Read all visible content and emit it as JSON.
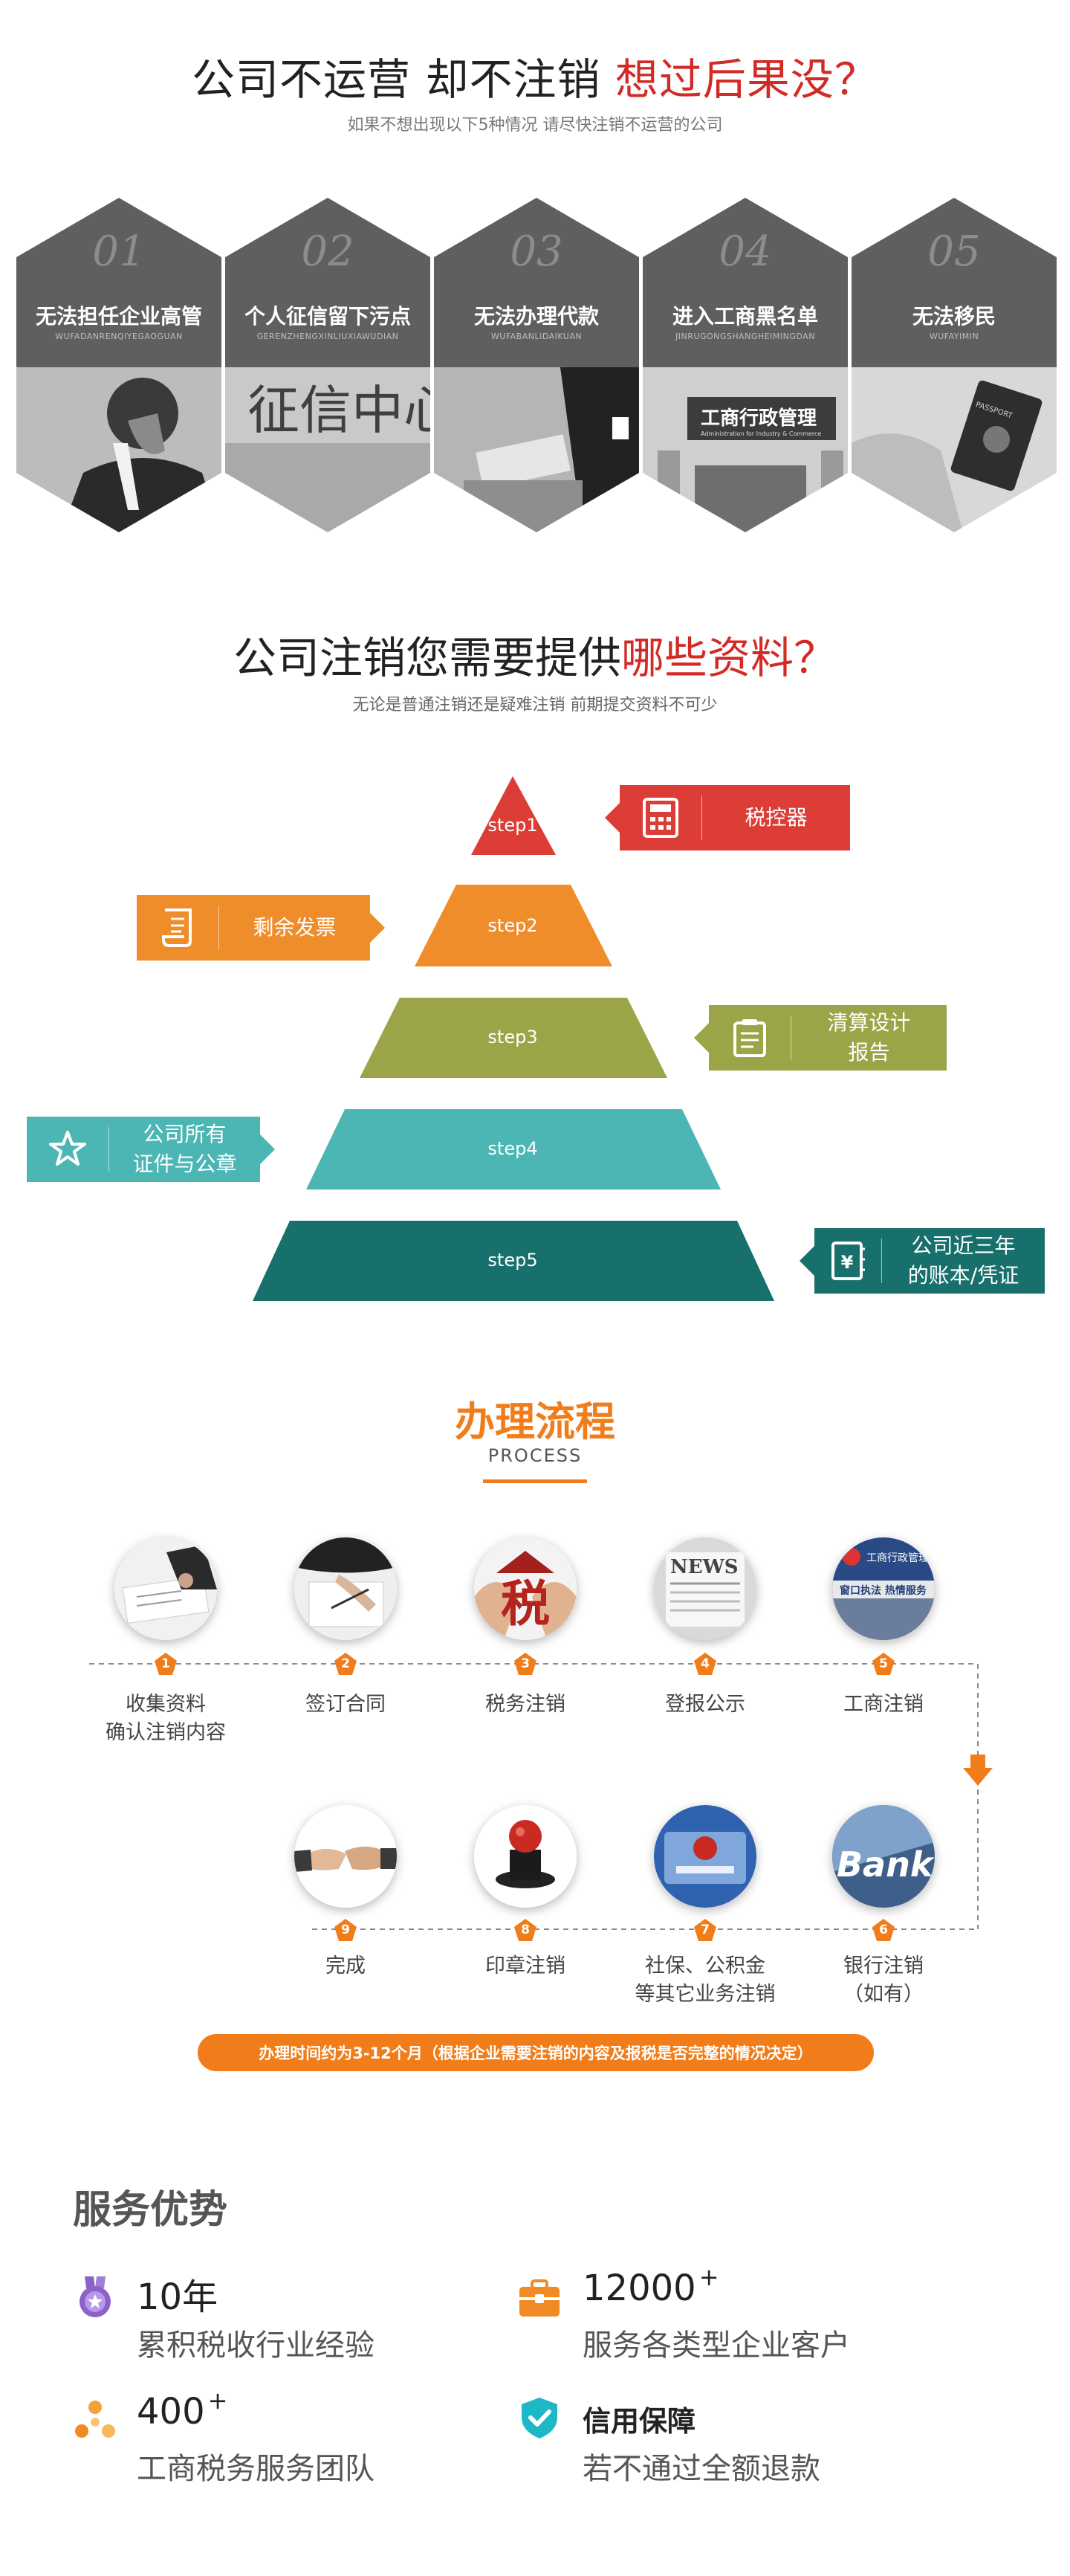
{
  "section1": {
    "title_main": "公司不运营 却不注销",
    "title_highlight": "想过后果没？",
    "subtitle": "如果不想出现以下5种情况 请尽快注销不运营的公司",
    "items": [
      {
        "num": "01",
        "label": "无法担任企业高管",
        "pinyin": "WUFADANRENQIYEGAOGUAN"
      },
      {
        "num": "02",
        "label": "个人征信留下污点",
        "pinyin": "GERENZHENGXINLIUXIAWUDIAN"
      },
      {
        "num": "03",
        "label": "无法办理代款",
        "pinyin": "WUFABANLIDAIKUAN"
      },
      {
        "num": "04",
        "label": "进入工商黑名单",
        "pinyin": "JINRUGONGSHANGHEIMINGDAN"
      },
      {
        "num": "05",
        "label": "无法移民",
        "pinyin": "WUFAYIMIN"
      }
    ],
    "photo_texts": {
      "credit_sign": "征信中心",
      "gov_sign": "工商行政管理",
      "gov_sign_en": "Administration for Industry & Commerce",
      "passport": "PASSPORT"
    }
  },
  "section2": {
    "title_main": "公司注销您需要提供",
    "title_highlight": "哪些资料？",
    "subtitle": "无论是普通注销还是疑难注销 前期提交资料不可少",
    "steps": [
      "step1",
      "step2",
      "step3",
      "step4",
      "step5"
    ],
    "tags": {
      "t1": {
        "line1": "税控器",
        "line2": "",
        "color": "#dc3d36"
      },
      "t2": {
        "line1": "剩余发票",
        "line2": "",
        "color": "#ee8d2a"
      },
      "t3": {
        "line1": "清算设计",
        "line2": "报告",
        "color": "#9ba548"
      },
      "t4": {
        "line1": "公司所有",
        "line2": "证件与公章",
        "color": "#4cb6b4"
      },
      "t5": {
        "line1": "公司近三年",
        "line2": "的账本/凭证",
        "color": "#17706b"
      }
    }
  },
  "section3": {
    "title": "办理流程",
    "subtitle": "PROCESS",
    "steps": [
      {
        "num": "1",
        "line1": "收集资料",
        "line2": "确认注销内容"
      },
      {
        "num": "2",
        "line1": "签订合同",
        "line2": ""
      },
      {
        "num": "3",
        "line1": "税务注销",
        "line2": ""
      },
      {
        "num": "4",
        "line1": "登报公示",
        "line2": ""
      },
      {
        "num": "5",
        "line1": "工商注销",
        "line2": ""
      },
      {
        "num": "6",
        "line1": "银行注销",
        "line2": "（如有）"
      },
      {
        "num": "7",
        "line1": "社保、公积金",
        "line2": "等其它业务注销"
      },
      {
        "num": "8",
        "line1": "印章注销",
        "line2": ""
      },
      {
        "num": "9",
        "line1": "完成",
        "line2": ""
      }
    ],
    "icon_texts": {
      "news": "NEWS",
      "tax": "税",
      "bank": "Bank",
      "gov": "工商行政管理",
      "gov2": "窗口执法 热情服务"
    },
    "note": "办理时间约为3-12个月（根据企业需要注销的内容及报税是否完整的情况决定）",
    "accent": "#f07d1a"
  },
  "section4": {
    "title": "服务优势",
    "items": [
      {
        "main": "10年",
        "sup": "",
        "desc": "累积税收行业经验"
      },
      {
        "main": "12000",
        "sup": "+",
        "desc": "服务各类型企业客户"
      },
      {
        "main": "400",
        "sup": "+",
        "desc": "工商税务服务团队"
      },
      {
        "main": "信用保障",
        "sup": "",
        "desc": "若不通过全额退款"
      }
    ]
  }
}
